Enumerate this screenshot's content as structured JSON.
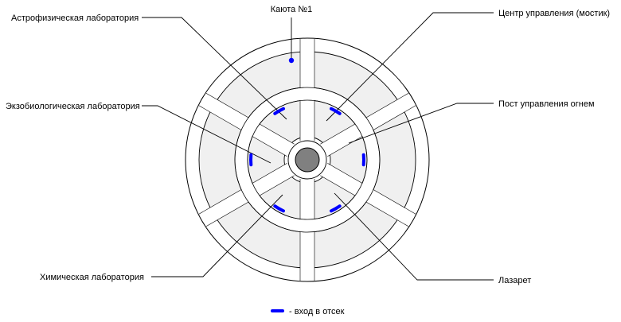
{
  "diagram": {
    "title": "",
    "colors": {
      "line": "#000000",
      "room_fill": "#f0f0f0",
      "corridor_fill": "#ffffff",
      "hub_fill": "#808080",
      "door": "#0000ff"
    },
    "labels": {
      "cabin1": "Каюта №1",
      "control_center": "Центр управления (мостик)",
      "fire_control": "Пост управления огнем",
      "infirmary": "Лазарет",
      "chem_lab": "Химическая лаборатория",
      "exobio_lab": "Экзобиологическая лаборатория",
      "astro_lab": "Астрофизическая лаборатория"
    },
    "legend": {
      "text": "- вход в отсек",
      "icon": "door-marker"
    }
  }
}
